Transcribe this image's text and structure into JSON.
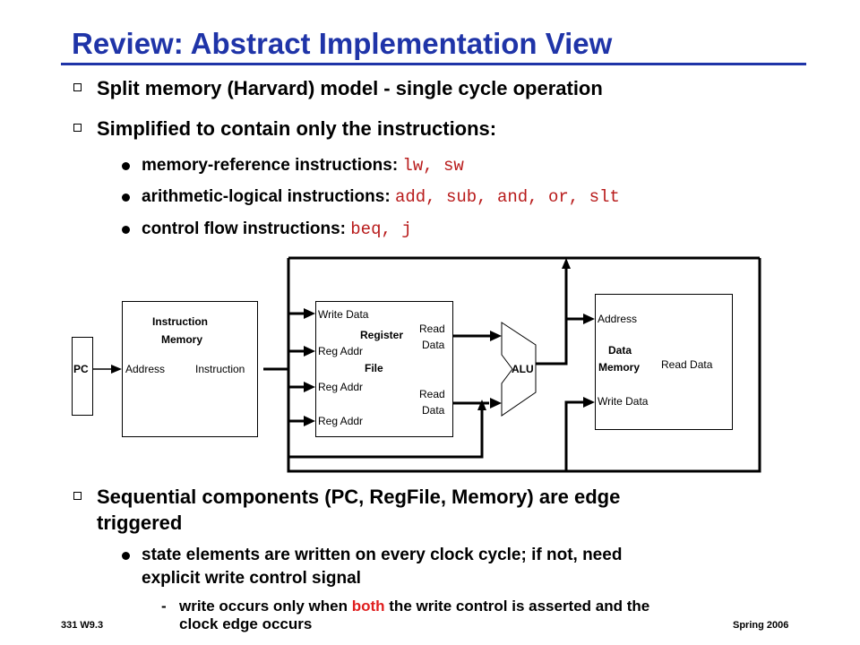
{
  "slide": {
    "title": "Review:  Abstract Implementation View",
    "bullets": {
      "b1": "Split memory (Harvard) model - single cycle operation",
      "b2": "Simplified to contain only the instructions:",
      "b2_sub1_text": "memory-reference instructions: ",
      "b2_sub1_code": "lw, sw",
      "b2_sub2_text": "arithmetic-logical instructions: ",
      "b2_sub2_code": "add, sub, and, or, slt",
      "b2_sub3_text": "control flow instructions: ",
      "b2_sub3_code": "beq, j",
      "b3_line1": "Sequential components (PC, RegFile, Memory) are edge",
      "b3_line2": "triggered",
      "b3_sub1_line1": "state elements are written on every clock cycle; if not, need",
      "b3_sub1_line2": "explicit write control signal",
      "b3_subsub_dash": "-",
      "b3_subsub_pre": "write occurs only when ",
      "b3_subsub_emph": "both",
      "b3_subsub_post": " the write control is asserted and the",
      "b3_subsub_line2": "clock edge occurs"
    },
    "diagram": {
      "pc": "PC",
      "imem_title1": "Instruction",
      "imem_title2": "Memory",
      "imem_address": "Address",
      "imem_instruction": "Instruction",
      "rf_write_data": "Write Data",
      "rf_reg_addr1": "Reg Addr",
      "rf_reg_addr2": "Reg Addr",
      "rf_reg_addr3": "Reg Addr",
      "rf_title1": "Register",
      "rf_title2": "File",
      "rf_read1a": "Read",
      "rf_read1b": "Data",
      "rf_read2a": "Read",
      "rf_read2b": "Data",
      "alu": "ALU",
      "dmem_address": "Address",
      "dmem_title1": "Data",
      "dmem_title2": "Memory",
      "dmem_read_data": "Read Data",
      "dmem_write_data": "Write Data"
    },
    "footer": {
      "left": "331  W9.3",
      "right": "Spring 2006"
    },
    "colors": {
      "title": "#1f34a8",
      "code": "#b81a1a",
      "emphasis": "#e02020"
    }
  }
}
